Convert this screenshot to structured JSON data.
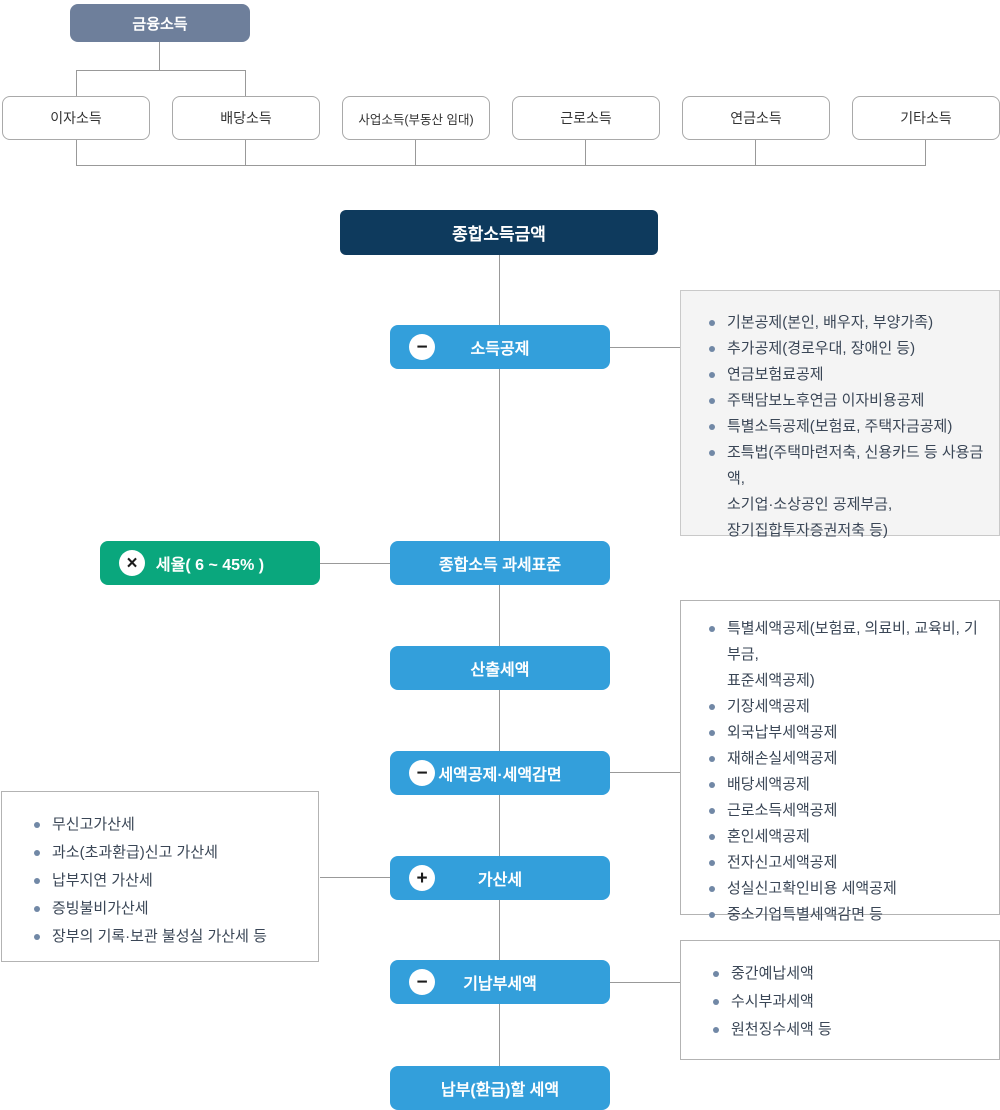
{
  "colors": {
    "blue": "#339FDB",
    "navy": "#0E3A5D",
    "green": "#0AA77D",
    "slate": "#6E7F9B",
    "panel-gray": "#F4F4F4",
    "line": "#999999",
    "panel-text": "#3A4656",
    "bullet": "#7188A6"
  },
  "icons": {
    "minus": "−",
    "plus": "+",
    "multiply": "×"
  },
  "top": {
    "group_label": "금융소득",
    "income_boxes": [
      "이자소득",
      "배당소득",
      "사업소득(부동산 임대)",
      "근로소득",
      "연금소득",
      "기타소득"
    ]
  },
  "flow": {
    "total_income": "종합소득금액",
    "rate_label": "세율( 6 ~ 45% )",
    "steps": [
      {
        "label": "소득공제",
        "operator": "minus"
      },
      {
        "label": "종합소득 과세표준",
        "operator": "none"
      },
      {
        "label": "산출세액",
        "operator": "none"
      },
      {
        "label": "세액공제·세액감면",
        "operator": "minus"
      },
      {
        "label": "가산세",
        "operator": "plus"
      },
      {
        "label": "기납부세액",
        "operator": "minus"
      },
      {
        "label": "납부(환급)할 세액",
        "operator": "none"
      }
    ]
  },
  "panels": {
    "income_deduction": {
      "items": [
        "기본공제(본인, 배우자, 부양가족)",
        "추가공제(경로우대, 장애인 등)",
        "연금보험료공제",
        "주택담보노후연금 이자비용공제",
        "특별소득공제(보험료, 주택자금공제)",
        "조특법(주택마련저축, 신용카드 등 사용금액,\n소기업·소상공인 공제부금,\n장기집합투자증권저축 등)"
      ]
    },
    "tax_credit": {
      "items": [
        "특별세액공제(보험료, 의료비, 교육비, 기부금,\n표준세액공제)",
        "기장세액공제",
        "외국납부세액공제",
        "재해손실세액공제",
        "배당세액공제",
        "근로소득세액공제",
        "혼인세액공제",
        "전자신고세액공제",
        "성실신고확인비용 세액공제",
        "중소기업특별세액감면 등"
      ]
    },
    "penalty": {
      "items": [
        "무신고가산세",
        "과소(초과환급)신고 가산세",
        "납부지연 가산세",
        "증빙불비가산세",
        "장부의 기록·보관 불성실 가산세 등"
      ]
    },
    "prepaid_tax": {
      "items": [
        "중간예납세액",
        "수시부과세액",
        "원천징수세액 등"
      ]
    }
  }
}
